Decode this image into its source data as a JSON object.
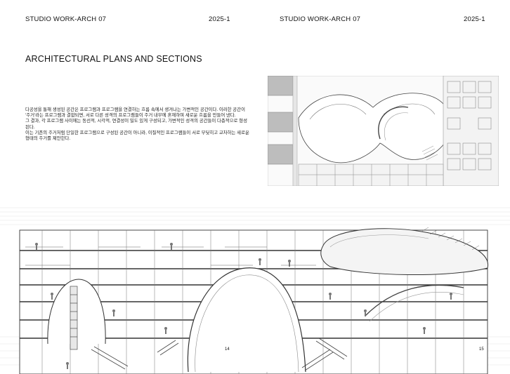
{
  "header": {
    "left_studio": "STUDIO WORK-ARCH 07",
    "left_year": "2025-1",
    "right_studio": "STUDIO WORK-ARCH 07",
    "right_year": "2025-1"
  },
  "title": "ARCHITECTURAL PLANS AND SECTIONS",
  "paragraphs": [
    "다공성을 통해 생성된 공간은 프로그램과 프로그램을 연결하는 흐름 속에서 생겨나는 가변적인 공간이다. 이러한 공간이 '주거'라는 프로그램과 결합되면, 서로 다른 성격의 프로그램들이 주거 내부에 혼재하며 새로운 흐름을 만들어 낸다.",
    "그 결과, 각 프로그램 사이에는 동선적, 시각적, 연결성이 밀도 있게 구성되고, 가변적인 성격의 공간들이 다층적으로 형성된다.",
    "이는 기존의 주거처럼 단일한 프로그램으로 구성된 공간이 아니라, 이질적인 프로그램들이 서로 부딪히고 교차하는 새로운 형태의 주거를 제안한다."
  ],
  "section_labels": {
    "left": "14",
    "right": "15"
  }
}
